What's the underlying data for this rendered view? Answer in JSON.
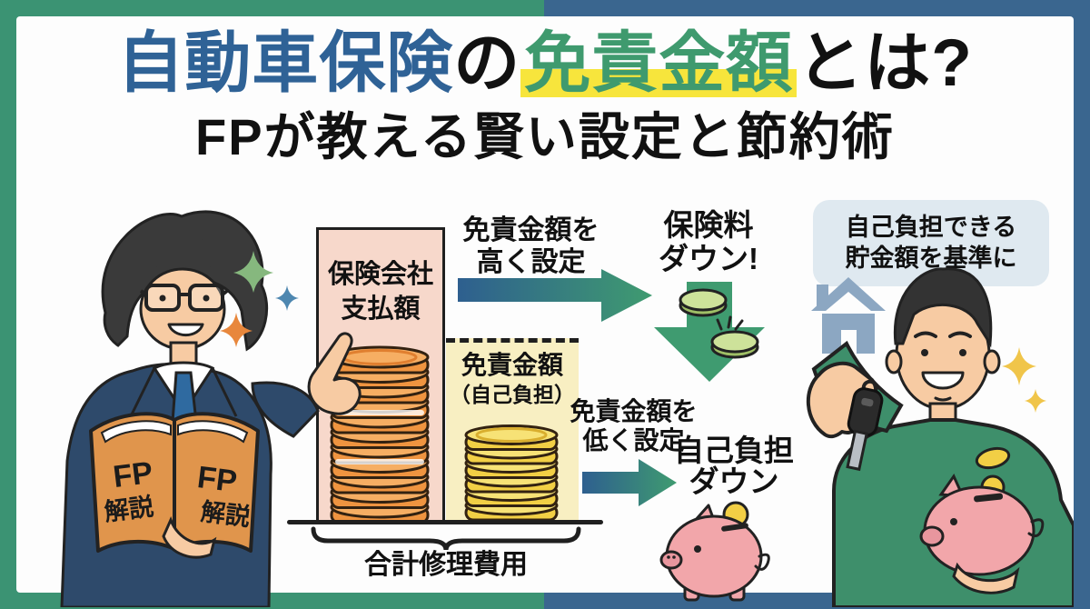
{
  "header": {
    "title_part_insurance": "自動車保険",
    "title_part_particle": "の",
    "title_part_deductible": "免責金額",
    "title_part_question": "とは?",
    "subtitle": "FPが教える賢い設定と節約術"
  },
  "advisor": {
    "book_label_top": "FP",
    "book_label_bottom": "解説"
  },
  "diagram": {
    "insurer_box": {
      "line1": "保険会社",
      "line2": "支払額"
    },
    "deductible_box": {
      "line1": "免責金額",
      "line2": "（自己負担）"
    },
    "set_high": {
      "line1": "免責金額を",
      "line2": "高く設定"
    },
    "premium_down": {
      "line1": "保険料",
      "line2": "ダウン!"
    },
    "set_low": {
      "line1": "免責金額を",
      "line2": "低く設定"
    },
    "self_pay_down": {
      "line1": "自己負担",
      "line2": "ダウン"
    },
    "total_repair_label": "合計修理費用"
  },
  "customer": {
    "bubble_line1": "自己負担できる",
    "bubble_line2": "貯金額を基準に"
  },
  "colors": {
    "frame_green": "#3B9373",
    "frame_blue": "#3A668F",
    "title_blue": "#2F6296",
    "title_green": "#3F9A6E",
    "highlight_yellow": "#F7E53C",
    "text_black": "#111111",
    "insurer_box_fill": "#F7D8CB",
    "deductible_box_fill": "#F8EFC2",
    "box_border": "#1F1F1F",
    "arrow_blue": "#2E5F8F",
    "arrow_green": "#3F9B70",
    "coin_orange_side": "#EF9440",
    "coin_orange_top": "#F6AE63",
    "coin_gold_side": "#F2CF45",
    "coin_gold_top": "#F7E276",
    "coin_green_side": "#9FBF66",
    "coin_green_top": "#CDE29A",
    "coin_outline": "#332211",
    "bubble_fill": "#DFE9F0",
    "house_blue": "#8CA7C2",
    "pig_pink": "#F2A6AA",
    "pig_snout": "#E8969E",
    "skin": "#F7CBA3",
    "suit_navy": "#2E4A6B",
    "tie_blue": "#2F6AA0",
    "sweater_green": "#3E8F6B",
    "book_orange": "#E0954C",
    "sparkle_green": "#86B87E",
    "sparkle_blue": "#4E87B0",
    "sparkle_orange": "#E8873C",
    "sparkle_yellow": "#F0C54A",
    "key_dark": "#2B2B2B"
  }
}
